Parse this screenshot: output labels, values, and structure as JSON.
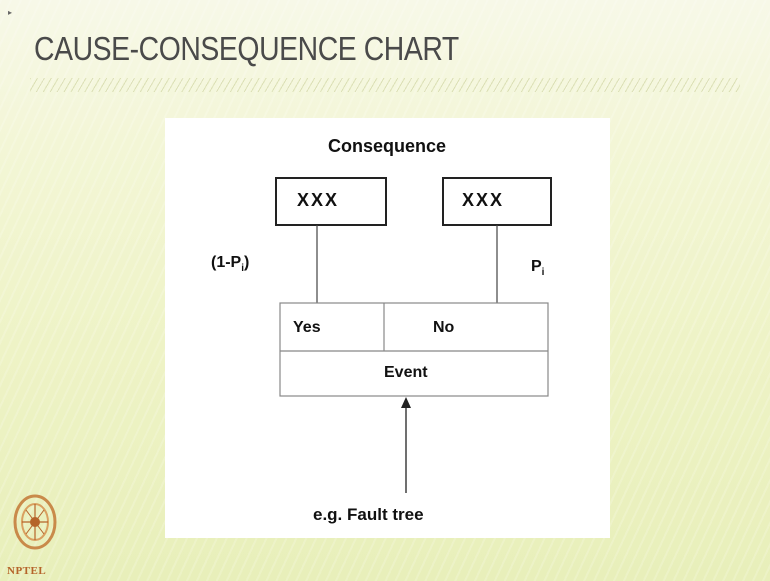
{
  "slide": {
    "title": "CAUSE-CONSEQUENCE CHART"
  },
  "diagram": {
    "consequence_label": "Consequence",
    "left_box": "XXX",
    "right_box": "XXX",
    "left_prob_prefix": "(1-P",
    "left_prob_sub": "i",
    "left_prob_suffix": ")",
    "right_prob_main": "P",
    "right_prob_sub": "i",
    "yes_label": "Yes",
    "no_label": "No",
    "event_label": "Event",
    "source_label": "e.g. Fault tree"
  },
  "logo": {
    "text": "NPTEL",
    "color": "#b5642a"
  },
  "colors": {
    "title": "#4a4a4a",
    "figure_bg": "#ffffff",
    "lines": "#333333"
  }
}
